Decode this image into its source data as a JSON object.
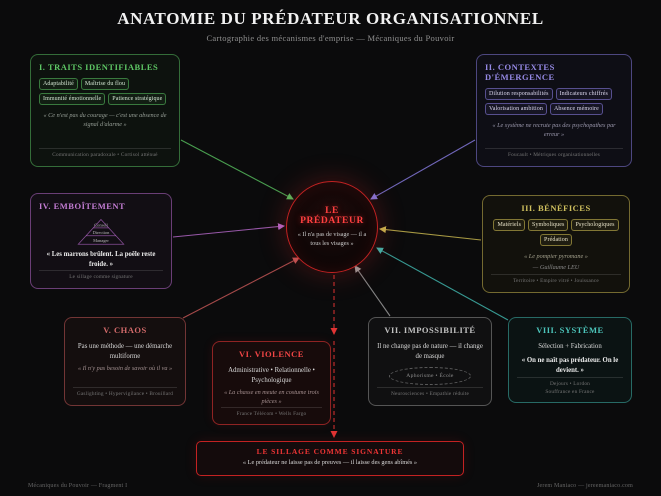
{
  "header": {
    "title": "ANATOMIE DU PRÉDATEUR ORGANISATIONNEL",
    "subtitle": "Cartographie des mécanismes d'emprise — Mécaniques du Pouvoir"
  },
  "center": {
    "title": "LE PRÉDATEUR",
    "quote": "« Il n'a pas de visage — il a tous les visages »"
  },
  "boxes": {
    "traits": {
      "title": "I. TRAITS IDENTIFIABLES",
      "accent": "#55b85c",
      "chips": [
        "Adaptabilité",
        "Maîtrise du flou",
        "Immunité émotionnelle",
        "Patience stratégique"
      ],
      "quote": "« Ce n'est pas du courage — c'est une absence de signal d'alarme »",
      "footer": "Communication paradoxale • Cortisol atténué"
    },
    "contextes": {
      "title": "II. CONTEXTES D'ÉMERGENCE",
      "accent": "#8277d8",
      "chips": [
        "Dilution responsabilités",
        "Indicateurs chiffrés",
        "Valorisation ambition",
        "Absence mémoire"
      ],
      "quote": "« Le système ne recrute pas des psychopathes par erreur »",
      "footer": "Foucault • Métriques organisationnelles"
    },
    "emboitement": {
      "title": "IV. EMBOÎTEMENT",
      "accent": "#b266c6",
      "levels": [
        "Conseil",
        "Direction",
        "Manager"
      ],
      "statement": "« Les marrons brûlent. La poêle reste froide. »",
      "footer": "Le sillage comme signature"
    },
    "benefices": {
      "title": "III. BÉNÉFICES",
      "accent": "#c4b44e",
      "chips": [
        "Matériels",
        "Symboliques",
        "Psychologiques",
        "Prédation"
      ],
      "quote": "« Le pompier pyromane »",
      "attribution": "— Guillaume LEU",
      "footer": "Territoire • Empire vitré • Jouissance"
    },
    "chaos": {
      "title": "V. CHAOS",
      "accent": "#c05555",
      "text": "Pas une méthode — une démarche multiforme",
      "quote": "« Il n'y pas besoin de savoir où il va »",
      "footer": "Gaslighting • Hypervigilance • Brouillard"
    },
    "violence": {
      "title": "VI. VIOLENCE",
      "accent": "#e03434",
      "text": "Administrative • Relationnelle • Psychologique",
      "quote": "« La chasse en meute en costume trois pièces »",
      "footer": "France Télécom • Wells Fargo"
    },
    "impossibilite": {
      "title": "VII. IMPOSSIBILITÉ",
      "accent": "#9a9a9a",
      "text": "Il ne change pas de nature — il change de masque",
      "diagram_label": "Aphorisme • École",
      "footer": "Neurosciences • Empathie réduite"
    },
    "systeme": {
      "title": "VIII. SYSTÈME",
      "accent": "#3fb3aa",
      "text": "Sélection + Fabrication",
      "statement": "« On ne naît pas prédateur. On le devient. »",
      "footer_line1": "Dejours • Lordon",
      "footer_line2": "Souffrance en France"
    }
  },
  "banner": {
    "title": "LE SILLAGE COMME SIGNATURE",
    "text": "« Le prédateur ne laisse pas de preuves — il laisse des gens abîmés »"
  },
  "page_footer": {
    "left": "Mécaniques du Pouvoir — Fragment I",
    "right": "Jerem Maniaco — jereemaniaco.com"
  }
}
